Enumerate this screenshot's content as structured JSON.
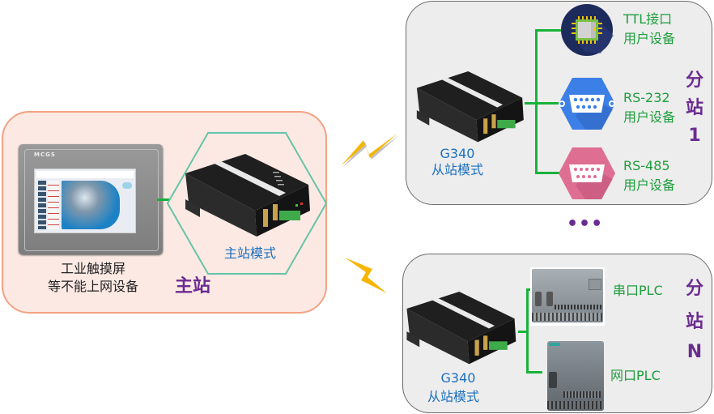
{
  "master": {
    "touchscreen_brand": "MCGS",
    "touchscreen_label_line1": "工业触摸屏",
    "touchscreen_label_line2": "等不能上网设备",
    "device_mode": "主站模式",
    "title": "主站"
  },
  "sub1": {
    "device_model": "G340",
    "device_mode": "从站模式",
    "title_chars": [
      "分",
      "站",
      "1"
    ],
    "devices": [
      {
        "icon": "chip-icon",
        "line1": "TTL接口",
        "line2": "用户设备"
      },
      {
        "icon": "db9-connector-icon",
        "line1": "RS-232",
        "line2": "用户设备"
      },
      {
        "icon": "db9-connector-icon",
        "line1": "RS-485",
        "line2": "用户设备"
      }
    ]
  },
  "ellipsis": "•••",
  "subN": {
    "device_model": "G340",
    "device_mode": "从站模式",
    "title_chars": [
      "分",
      "站",
      "N"
    ],
    "devices": [
      {
        "icon": "plc-icon",
        "label": "串口PLC"
      },
      {
        "icon": "plc-icon",
        "label": "网口PLC"
      }
    ]
  },
  "colors": {
    "master_bg": "#fce9e3",
    "master_border": "#f2a282",
    "sub_bg": "#ededed",
    "accent_purple": "#6b2c91",
    "accent_green": "#1e9e3c",
    "accent_blue": "#1a6fc0",
    "lightning": "#f7b500"
  }
}
